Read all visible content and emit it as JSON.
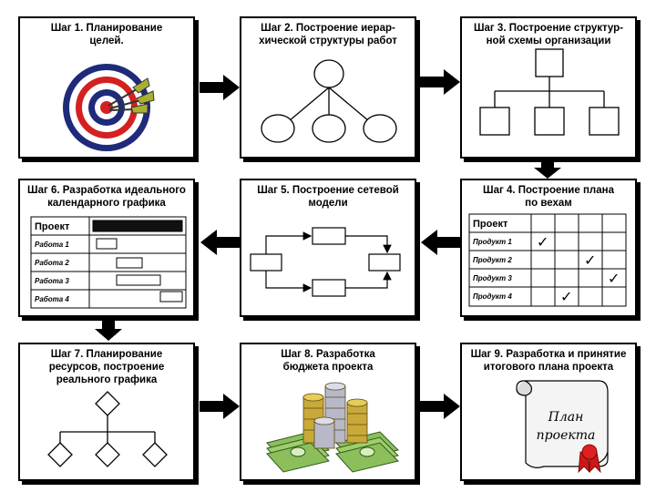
{
  "steps": [
    {
      "title": "Шаг 1. Планирование\nцелей."
    },
    {
      "title": "Шаг 2. Построение иерар-\nхической структуры работ"
    },
    {
      "title": "Шаг 3. Построение структур-\nной схемы организации"
    },
    {
      "title": "Шаг 4. Построение плана\nпо вехам"
    },
    {
      "title": "Шаг 5. Построение сетевой\nмодели"
    },
    {
      "title": "Шаг 6. Разработка идеального\nкалендарного графика"
    },
    {
      "title": "Шаг 7. Планирование\nресурсов, построение\nреального графика"
    },
    {
      "title": "Шаг 8. Разработка\nбюджета проекта"
    },
    {
      "title": "Шаг 9. Разработка и принятие\nитогового плана проекта"
    }
  ],
  "milestones": {
    "header": "Проект",
    "rows": [
      "Продукт 1",
      "Продукт 2",
      "Продукт 3",
      "Продукт 4"
    ],
    "check_mark": "✓"
  },
  "gantt": {
    "header": "Проект",
    "rows": [
      "Работа 1",
      "Работа 2",
      "Работа 3",
      "Работа 4"
    ]
  },
  "scroll": {
    "line1": "План",
    "line2": "проекта"
  }
}
